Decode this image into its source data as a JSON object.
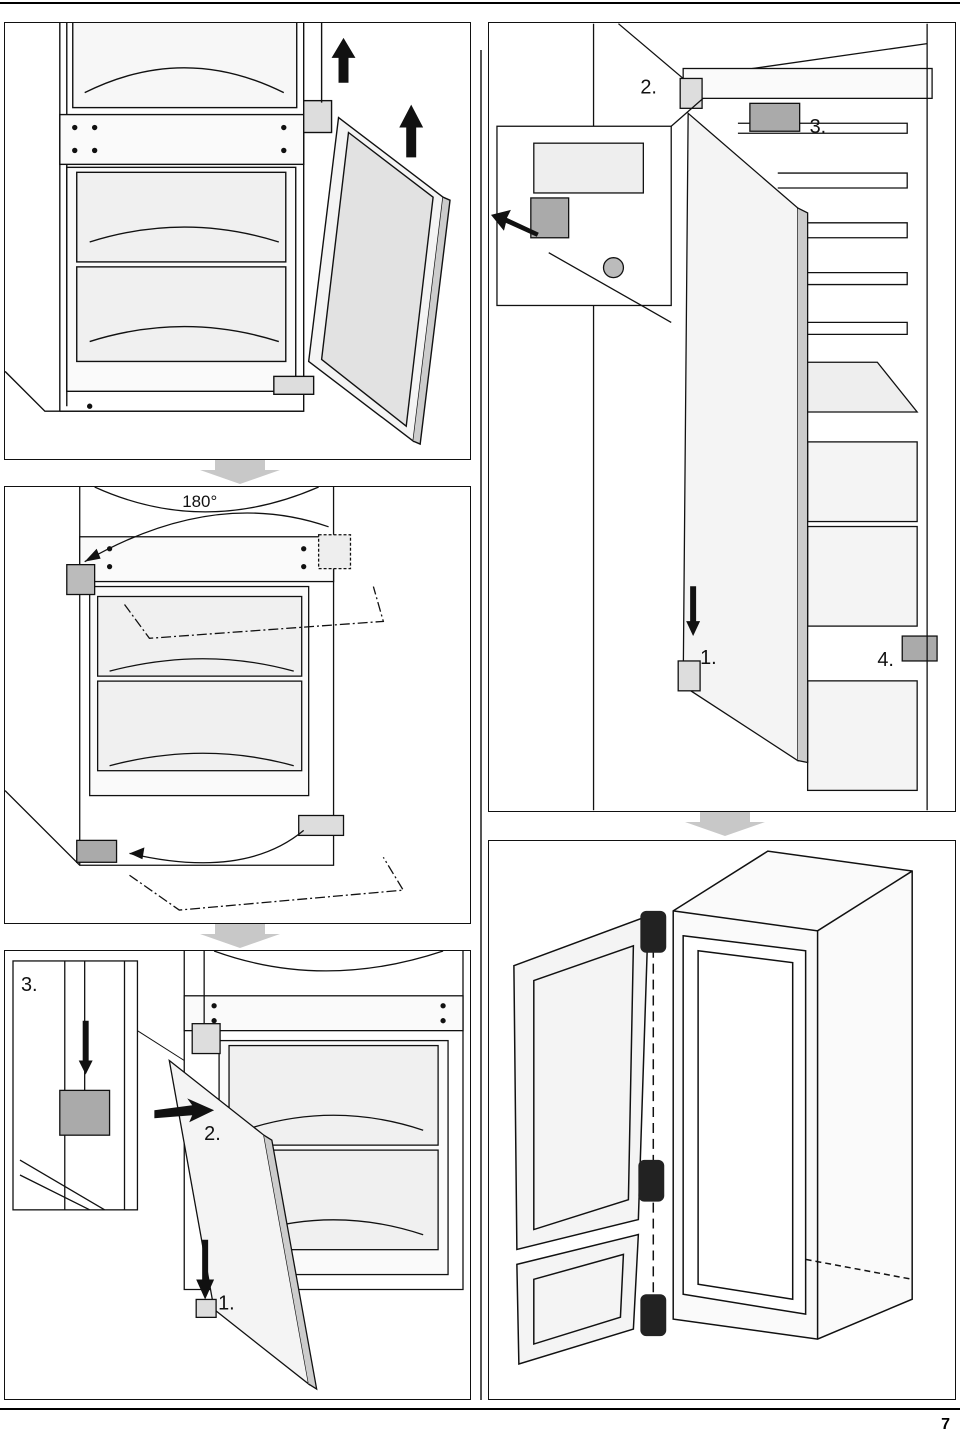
{
  "page": {
    "number": "7"
  },
  "panel_top_left": {
    "step_labels": []
  },
  "panel_mid_left": {
    "angle_label": "180°"
  },
  "panel_bottom_left": {
    "step_labels": [
      "3.",
      "2.",
      "1."
    ]
  },
  "panel_right_top": {
    "step_labels": [
      "2.",
      "3.",
      "1.",
      "4."
    ]
  },
  "panel_right_bottom": {
    "step_labels": []
  },
  "colors": {
    "line": "#111111",
    "fill_light": "#f2f2f2",
    "fill_mid": "#d8d8d8",
    "fill_dark": "#9a9a9a",
    "arrow_gray": "#bdbdbd"
  }
}
